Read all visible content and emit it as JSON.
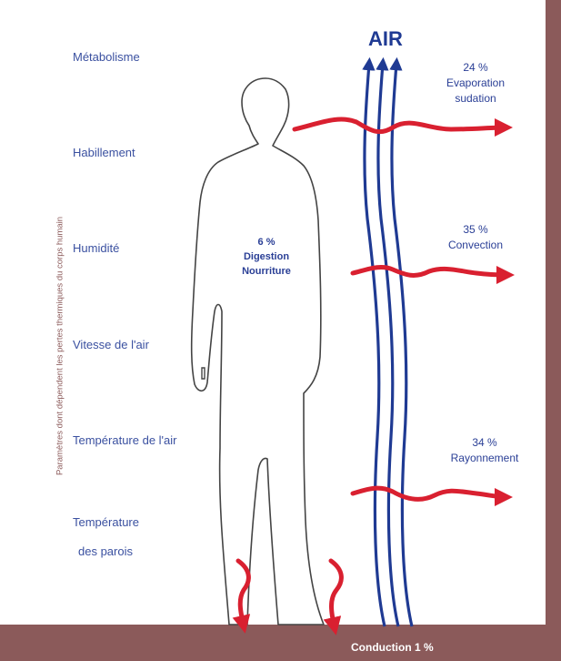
{
  "colors": {
    "brown": "#8b5a5a",
    "air_blue": "#1f3a93",
    "heat_red": "#d92030",
    "text_blue": "#3a50a0",
    "silhouette": "#444444"
  },
  "side_label": "Paramètres dont dépendent les pertes thermiques du corps humain",
  "parameters": [
    "Métabolisme",
    "Habillement",
    "Humidité",
    "Vitesse de l'air",
    "Température de l'air",
    "Température",
    "des parois"
  ],
  "air_label": "AIR",
  "losses": {
    "evaporation": {
      "percent": "24 %",
      "line1": "Evaporation",
      "line2": "sudation"
    },
    "convection": {
      "percent": "35 %",
      "label": "Convection"
    },
    "rayonnement": {
      "percent": "34 %",
      "label": "Rayonnement"
    },
    "digestion": {
      "percent": "6 %",
      "line1": "Digestion",
      "line2": "Nourriture"
    },
    "conduction": "Conduction  1 %"
  }
}
